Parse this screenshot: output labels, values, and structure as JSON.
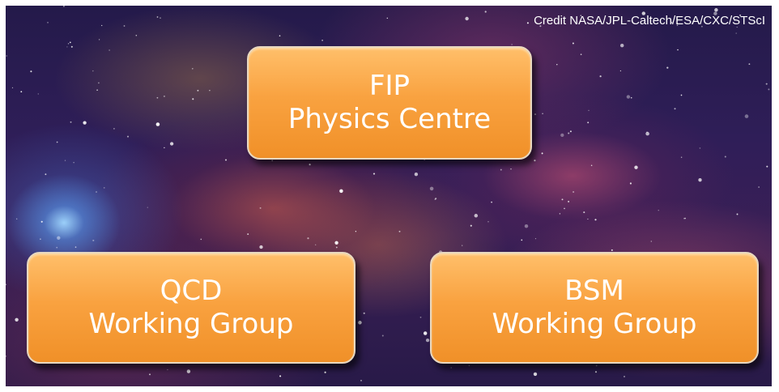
{
  "credit": "Credit NASA/JPL-Caltech/ESA/CXC/STScI",
  "boxes": {
    "fip": {
      "line1": "FIP",
      "line2": "Physics Centre"
    },
    "qcd": {
      "line1": "QCD",
      "line2": "Working Group"
    },
    "bsm": {
      "line1": "BSM",
      "line2": "Working Group"
    }
  },
  "colors": {
    "box_fill": "#f9a240",
    "text": "#ffffff",
    "background": "#2f1e58"
  }
}
